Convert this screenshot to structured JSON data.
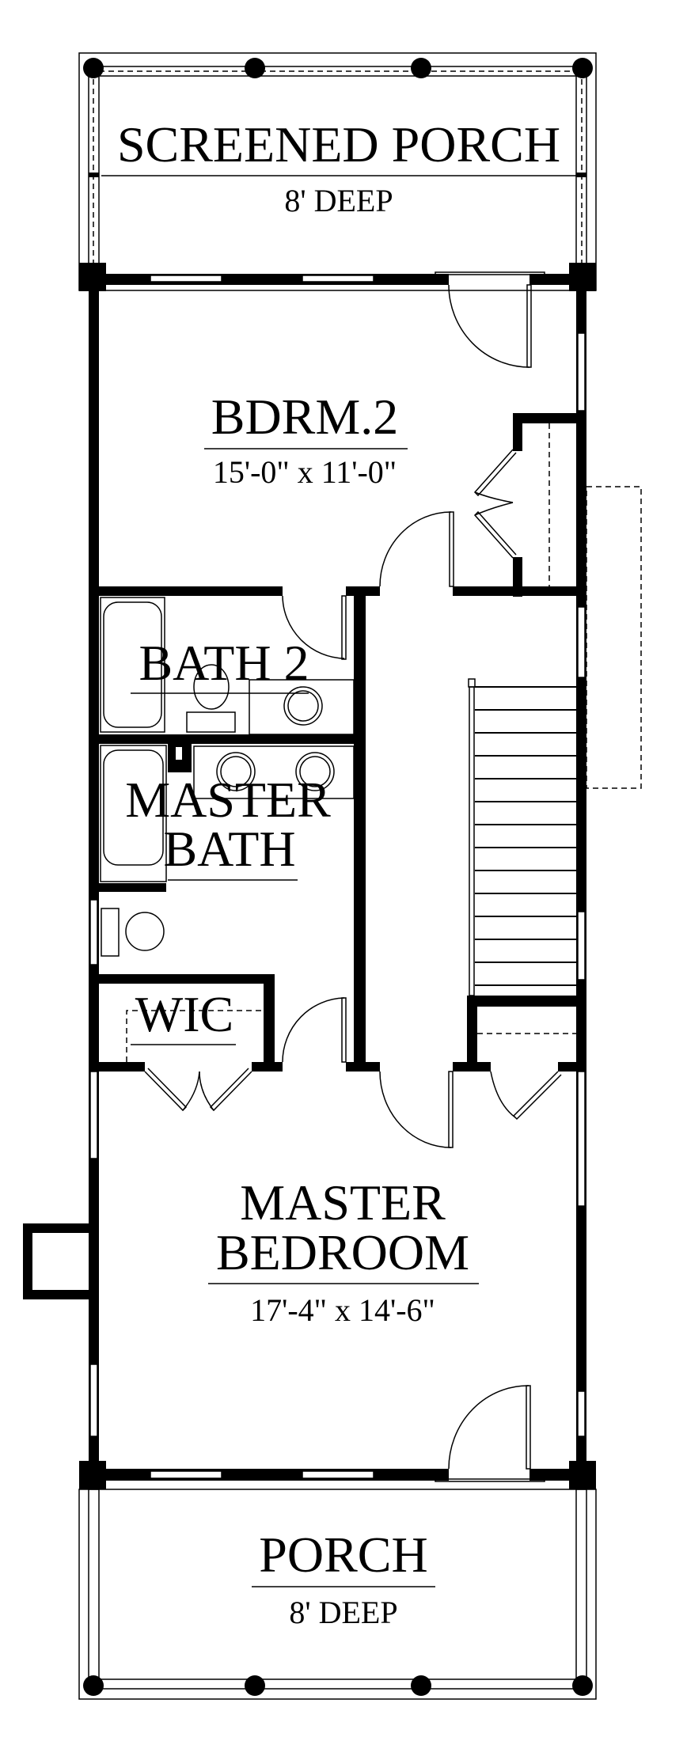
{
  "rooms": {
    "screened_porch": {
      "name": "SCREENED PORCH",
      "size": "8' DEEP"
    },
    "bedroom2": {
      "name": "BDRM.2",
      "size": "15'-0\" x 11'-0\""
    },
    "bath2": {
      "name": "BATH 2"
    },
    "master_bath": {
      "name_line1": "MASTER",
      "name_line2": "BATH"
    },
    "wic": {
      "name": "WIC"
    },
    "master_bedroom": {
      "name_line1": "MASTER",
      "name_line2": "BEDROOM",
      "size": "17'-4\" x 14'-6\""
    },
    "porch": {
      "name": "PORCH",
      "size": "8' DEEP"
    }
  }
}
